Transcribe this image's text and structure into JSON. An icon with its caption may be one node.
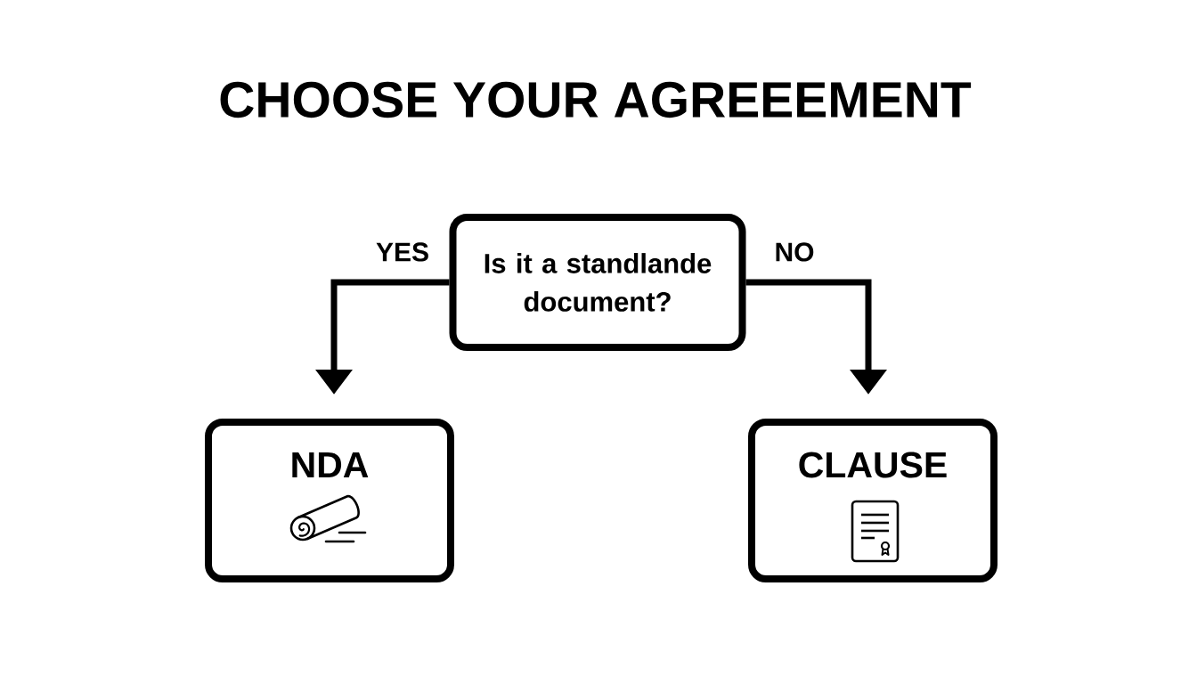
{
  "diagram": {
    "title": "CHOOSE YOUR AGREEEMENT",
    "nodes": [
      {
        "text": [
          "Is it a standlande document?"
        ]
      },
      {
        "text": [
          "NDA"
        ]
      },
      {
        "text": [
          "CLAUSE"
        ]
      }
    ],
    "edges": [
      {
        "from": 0,
        "to": 1,
        "arrow": "to",
        "label": "YES"
      },
      {
        "from": 0,
        "to": 2,
        "arrow": "to",
        "label": "NO"
      }
    ]
  }
}
